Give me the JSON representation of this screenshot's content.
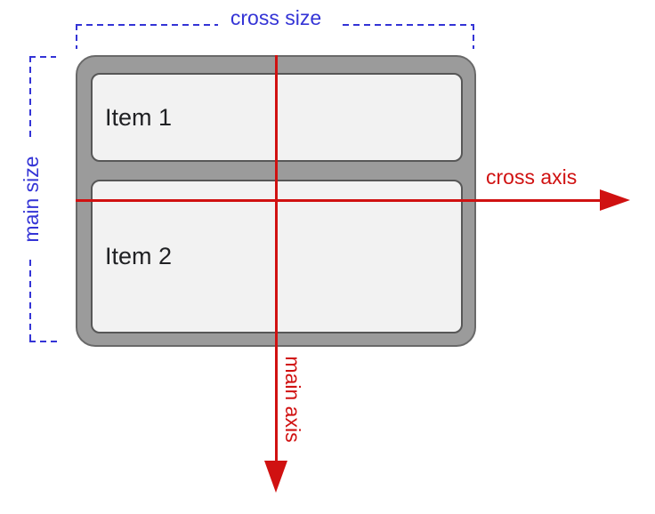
{
  "diagram": {
    "title": "flexbox-column-axes-diagram",
    "labels": {
      "cross_size": "cross size",
      "main_size": "main size",
      "cross_axis": "cross axis",
      "main_axis": "main axis"
    },
    "container": {
      "items": [
        {
          "label": "Item 1"
        },
        {
          "label": "Item 2"
        }
      ]
    },
    "colors": {
      "annotation_blue": "#3434d6",
      "annotation_red": "#d01111",
      "container_fill": "#9b9b9b",
      "container_border": "#696969",
      "item_fill": "#f2f2f2",
      "item_border": "#575757",
      "item_text": "#202124"
    }
  }
}
